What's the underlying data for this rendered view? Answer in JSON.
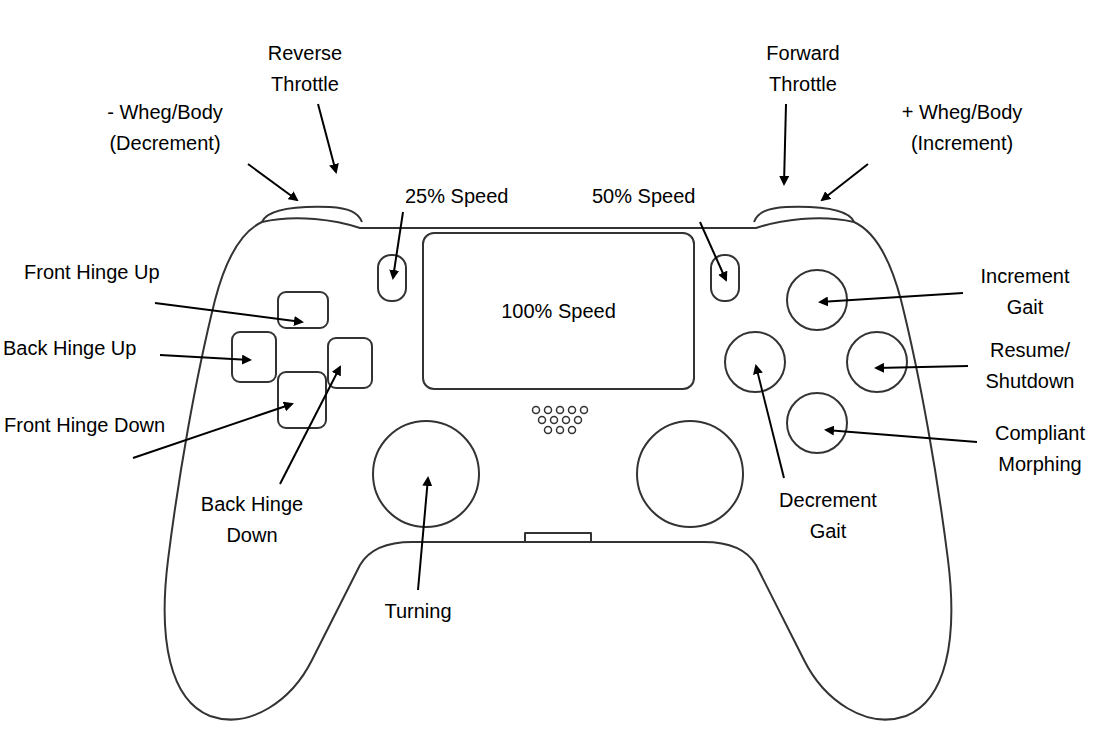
{
  "diagram": {
    "nodes": [
      {
        "text": [
          "100% Speed"
        ]
      }
    ],
    "labels": [
      "- Wheg/Body (Decrement)",
      "Reverse Throttle",
      "Forward Throttle",
      "+ Wheg/Body (Increment)",
      "25% Speed",
      "50% Speed",
      "Front Hinge Up",
      "Back Hinge Up",
      "Front Hinge Down",
      "Back Hinge Down",
      "Turning",
      "Increment Gait",
      "Resume/ Shutdown",
      "Compliant Morphing",
      "Decrement Gait"
    ]
  }
}
